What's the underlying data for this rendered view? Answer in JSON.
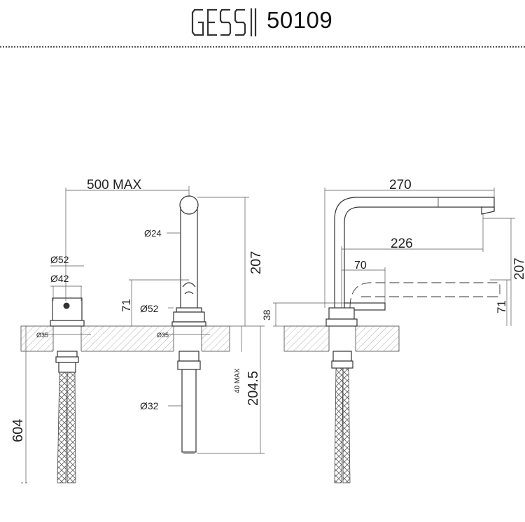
{
  "header": {
    "brand": "GESSI",
    "model": "50109"
  },
  "dimensions": {
    "reach_max": "500 MAX",
    "spout_diameter": "Ø24",
    "height_207_left": "207",
    "handle_body_diameter": "Ø52",
    "handle_diameter_inner": "Ø42",
    "base_height_71": "71",
    "base_diameter": "Ø52",
    "hole_35_left": "Ø35",
    "hole_35_right": "Ø35",
    "deck_max": "40 MAX",
    "shank_length": "204.5",
    "shank_diameter": "Ø32",
    "hose_length": "604",
    "projection_270": "270",
    "spout_reach_226": "226",
    "handle_offset_70": "70",
    "height_207_right": "207",
    "handle_height_38": "38",
    "base_height_71_right": "71"
  }
}
